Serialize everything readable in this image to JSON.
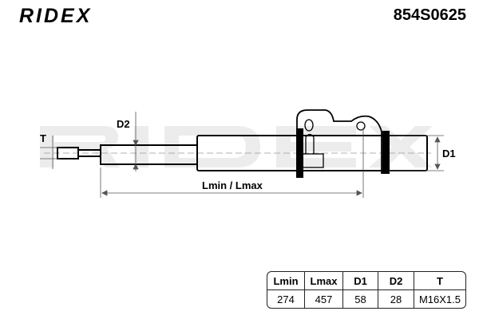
{
  "header": {
    "brand": "RIDEX",
    "part_number": "854S0625"
  },
  "drawing": {
    "labels": {
      "t": "T",
      "d2": "D2",
      "d1": "D1",
      "length": "Lmin / Lmax"
    },
    "watermark": "RIDEX"
  },
  "spec_table": {
    "headers": [
      "Lmin",
      "Lmax",
      "D1",
      "D2",
      "T"
    ],
    "values": [
      "274",
      "457",
      "58",
      "28",
      "M16X1.5"
    ]
  }
}
